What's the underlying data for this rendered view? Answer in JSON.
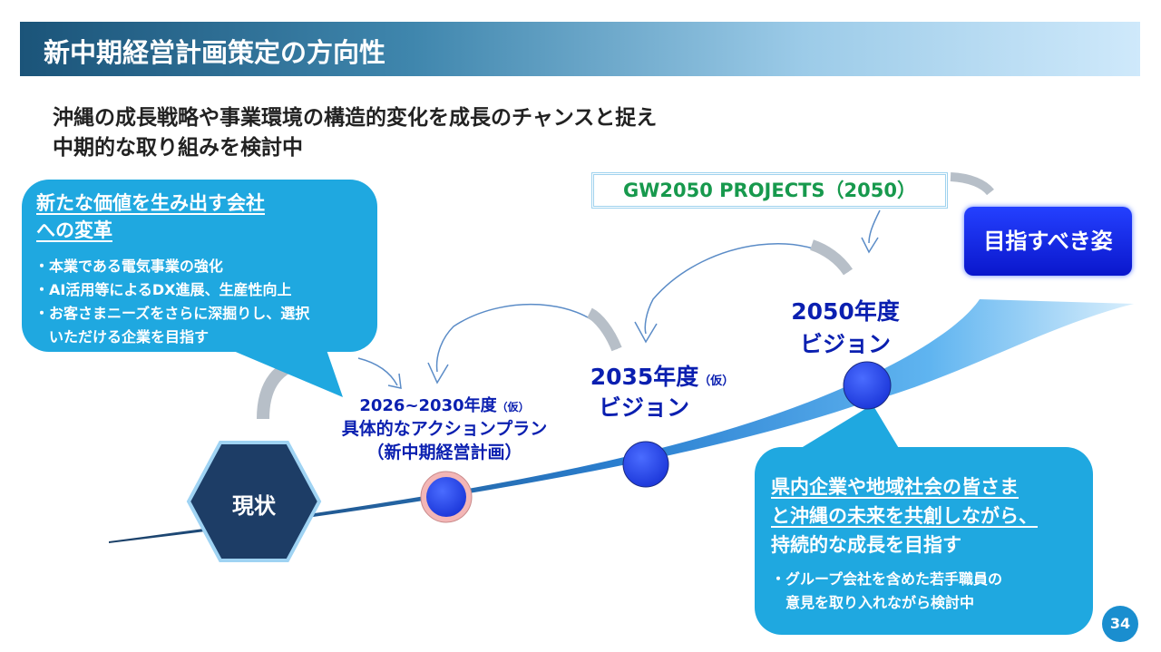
{
  "title": "新中期経営計画策定の方向性",
  "subtitle": [
    "沖縄の成長戦略や事業環境の構造的変化を成長のチャンスと捉え",
    "中期的な取り組みを検討中"
  ],
  "left_bubble": {
    "headline": [
      "新たな価値を生み出す会社",
      "への変革"
    ],
    "bullets": [
      "・本業である電気事業の強化",
      "・AI活用等によるDX進展、生産性向上",
      "・お客さまニーズをさらに深掘りし、選択",
      "　いただける企業を目指す"
    ]
  },
  "current": "現状",
  "milestones": {
    "plan": {
      "line1": "2026~2030年度",
      "note": "（仮）",
      "line2": "具体的なアクションプラン",
      "line3": "（新中期経営計画）"
    },
    "v2035": {
      "line1": "2035年度",
      "note": "（仮）",
      "line2": "ビジョン"
    },
    "v2050": {
      "line1": "2050年度",
      "line2": "ビジョン"
    }
  },
  "gw_projects": "GW2050 PROJECTS（2050）",
  "goal": "目指すべき姿",
  "right_bubble": {
    "headline": [
      "県内企業や地域社会の皆さま",
      "と沖縄の未来を共創しながら、"
    ],
    "line3": "持続的な成長を目指す",
    "bullets": [
      "・グループ会社を含めた若手職員の",
      "　意見を取り入れながら検討中"
    ]
  },
  "page_number": "34"
}
